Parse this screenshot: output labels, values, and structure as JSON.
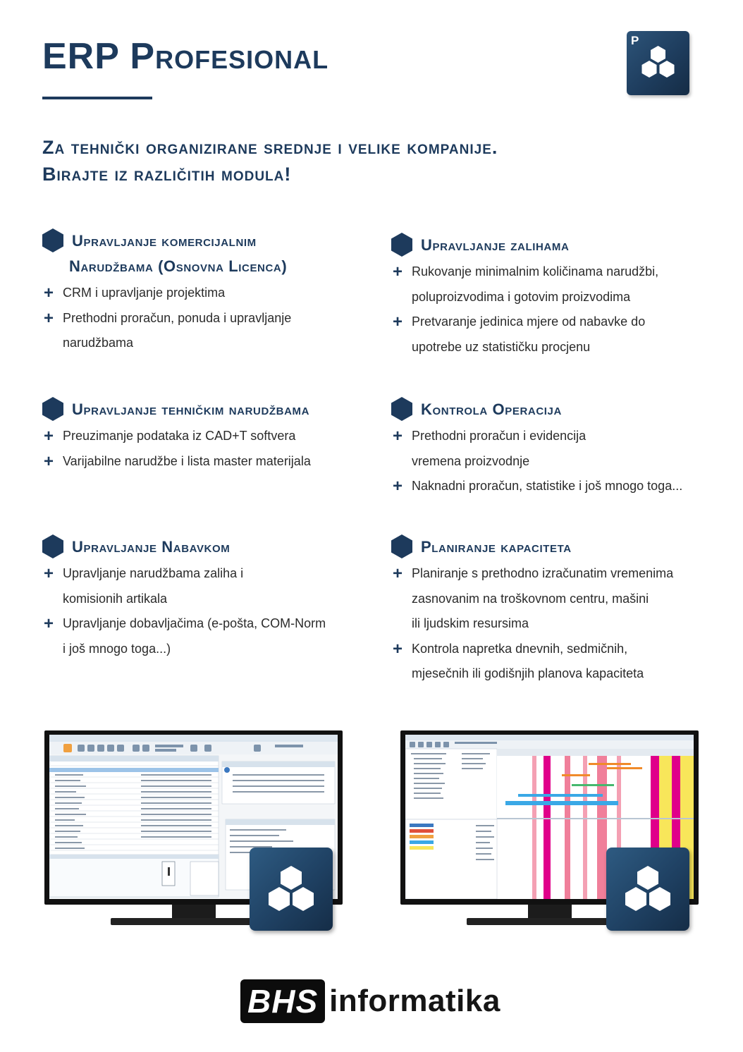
{
  "header": {
    "title": "ERP Profesional",
    "app_icon_letter": "P"
  },
  "tagline": {
    "line1": "Za tehnički organizirane srednje i velike kompanije.",
    "line2": "Birajte iz različitih modula!"
  },
  "sections": [
    {
      "title_line1": "Upravljanje komercijalnim",
      "title_line2": "Narudžbama (Osnovna Licenca)",
      "bullets": [
        [
          "CRM i upravljanje projektima"
        ],
        [
          "Prethodni proračun, ponuda i upravljanje",
          "narudžbama"
        ]
      ]
    },
    {
      "title_line1": "Upravljanje zalihama",
      "bullets": [
        [
          "Rukovanje minimalnim količinama narudžbi,",
          "poluproizvodima i gotovim proizvodima"
        ],
        [
          "Pretvaranje jedinica mjere od nabavke do",
          "upotrebe uz statističku procjenu"
        ]
      ]
    },
    {
      "title_line1": "Upravljanje tehničkim narudžbama",
      "bullets": [
        [
          "Preuzimanje podataka iz CAD+T softvera"
        ],
        [
          "Varijabilne narudžbe i lista master materijala"
        ]
      ]
    },
    {
      "title_line1": "Kontrola Operacija",
      "bullets": [
        [
          "Prethodni proračun i evidencija",
          "vremena proizvodnje"
        ],
        [
          "Naknadni proračun, statistike i još mnogo toga..."
        ]
      ]
    },
    {
      "title_line1": "Upravljanje Nabavkom",
      "bullets": [
        [
          "Upravljanje narudžbama zaliha i",
          "komisionih artikala"
        ],
        [
          "Upravljanje dobavljačima (e-pošta, COM-Norm",
          "i još mnogo toga...)"
        ]
      ]
    },
    {
      "title_line1": "Planiranje kapaciteta",
      "bullets": [
        [
          "Planiranje s prethodno izračunatim vremenima",
          "zasnovanim na troškovnom centru, mašini",
          "ili ljudskim resursima"
        ],
        [
          "Kontrola napretka dnevnih, sedmičnih,",
          "mjesečnih ili godišnjih planova kapaciteta"
        ]
      ]
    }
  ],
  "footer": {
    "logo_box": "BHS",
    "logo_text": "informatika"
  },
  "colors": {
    "navy": "#1d3a5c",
    "body_text": "#2b2b2b",
    "planner_magenta": "#e0008a",
    "planner_pink": "#f07f9a",
    "planner_yellow": "#f8e65a",
    "planner_blue": "#3aa8e6",
    "planner_orange": "#f08a2a"
  },
  "icons": [
    "hexagon-bullet-icon",
    "plus-icon",
    "hexagon-cluster-icon"
  ]
}
